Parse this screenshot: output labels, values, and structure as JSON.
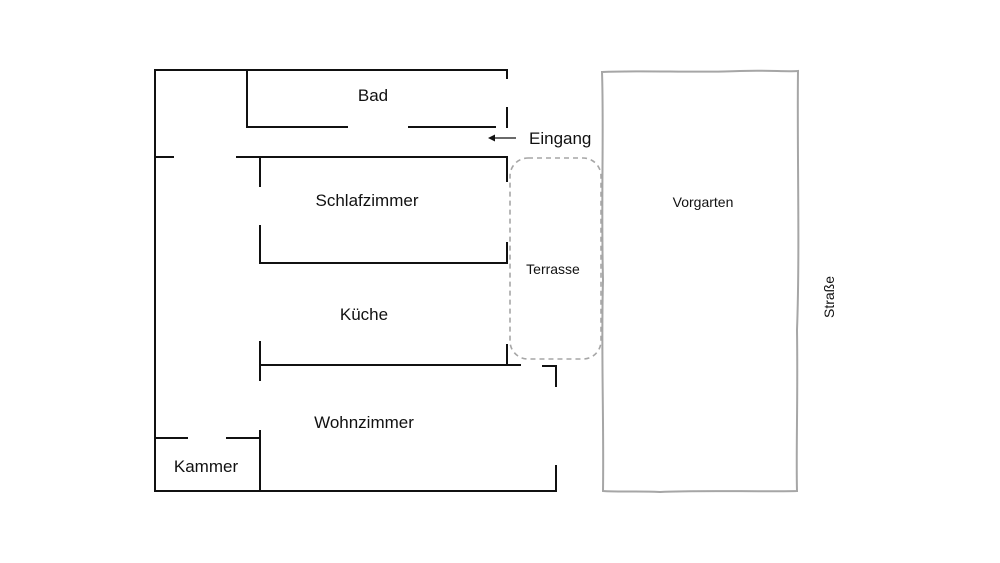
{
  "rooms": {
    "bad": "Bad",
    "schlafzimmer": "Schlafzimmer",
    "kueche": "Küche",
    "wohnzimmer": "Wohnzimmer",
    "kammer": "Kammer"
  },
  "entrance_label": "Eingang",
  "outdoor": {
    "terrasse": "Terrasse",
    "vorgarten": "Vorgarten",
    "strasse": "Straße"
  },
  "colors": {
    "walls": "#111111",
    "garden_outline": "#a6a6a6",
    "terrace_outline": "#a6a6a6"
  },
  "icons": {
    "entrance": "left-arrow-icon"
  }
}
